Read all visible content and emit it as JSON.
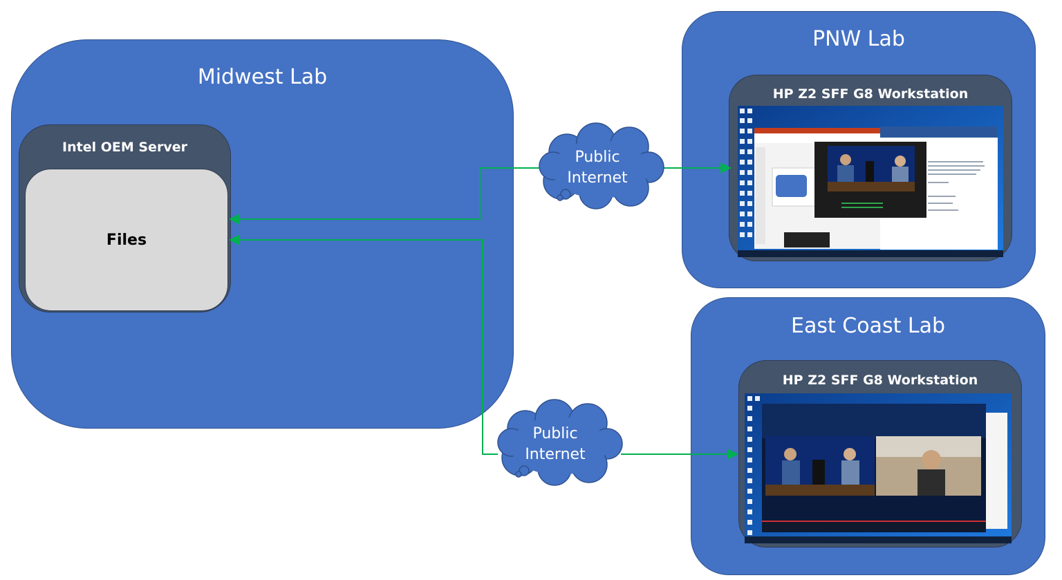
{
  "labs": {
    "midwest": {
      "title": "Midwest Lab"
    },
    "pnw": {
      "title": "PNW Lab"
    },
    "east": {
      "title": "East Coast Lab"
    }
  },
  "servers": {
    "intel": {
      "title": "Intel OEM Server",
      "content": "Files"
    },
    "pnw_workstation": {
      "title": "HP Z2 SFF G8 Workstation"
    },
    "east_workstation": {
      "title": "HP Z2 SFF G8 Workstation"
    }
  },
  "clouds": [
    {
      "line1": "Public",
      "line2": "Internet"
    },
    {
      "line1": "Public",
      "line2": "Internet"
    }
  ],
  "colors": {
    "lab_fill": "#4472c4",
    "server_fill": "#44546a",
    "files_fill": "#d9d9d9",
    "connector": "#00b050"
  }
}
